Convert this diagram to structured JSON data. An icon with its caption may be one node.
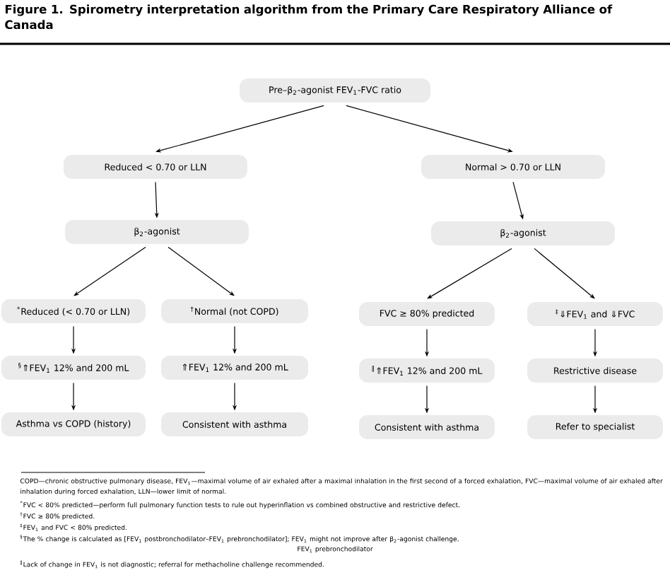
{
  "diagram": {
    "title": "Figure 1. Spirometry interpretation algorithm from the Primary Care Respiratory Alliance of Canada",
    "nodes": [
      {
        "text": [
          "Pre–β$_{2}$-agonist FEV$_{1}$-FVC ratio"
        ]
      },
      {
        "text": [
          "Reduced < 0.70 or LLN"
        ]
      },
      {
        "text": [
          "Normal > 0.70 or LLN"
        ]
      },
      {
        "text": [
          "β$_{2}$-agonist"
        ]
      },
      {
        "text": [
          "β$_{2}$-agonist"
        ]
      },
      {
        "text": [
          "$^{*}$Reduced (< 0.70 or LLN)"
        ]
      },
      {
        "text": [
          "$^{†}$Normal (not COPD)"
        ]
      },
      {
        "text": [
          "FVC ≥ 80% predicted"
        ]
      },
      {
        "text": [
          "$^{‡}$⇓FEV$_{1}$ and ⇓FVC"
        ]
      },
      {
        "text": [
          "$^{§}$⇑FEV$_{1}$ 12% and 200 mL"
        ]
      },
      {
        "text": [
          "⇑FEV$_{1}$ 12% and 200 mL"
        ]
      },
      {
        "text": [
          "$^{‖}$⇑FEV$_{1}$ 12% and 200 mL"
        ]
      },
      {
        "text": [
          "Restrictive disease"
        ]
      },
      {
        "text": [
          "Asthma vs COPD (history)"
        ]
      },
      {
        "text": [
          "Consistent with asthma"
        ]
      },
      {
        "text": [
          "Consistent with asthma"
        ]
      },
      {
        "text": [
          "Refer to specialist"
        ]
      }
    ],
    "edges": [
      {
        "from": 0,
        "to": 1,
        "arrow": "to"
      },
      {
        "from": 0,
        "to": 2,
        "arrow": "to"
      },
      {
        "from": 1,
        "to": 3,
        "arrow": "to"
      },
      {
        "from": 2,
        "to": 4,
        "arrow": "to"
      },
      {
        "from": 3,
        "to": 5,
        "arrow": "to"
      },
      {
        "from": 3,
        "to": 6,
        "arrow": "to"
      },
      {
        "from": 4,
        "to": 7,
        "arrow": "to"
      },
      {
        "from": 4,
        "to": 8,
        "arrow": "to"
      },
      {
        "from": 5,
        "to": 9,
        "arrow": "to"
      },
      {
        "from": 6,
        "to": 10,
        "arrow": "to"
      },
      {
        "from": 7,
        "to": 11,
        "arrow": "to"
      },
      {
        "from": 8,
        "to": 12,
        "arrow": "to"
      },
      {
        "from": 9,
        "to": 13,
        "arrow": "to"
      },
      {
        "from": 10,
        "to": 14,
        "arrow": "to"
      },
      {
        "from": 11,
        "to": 15,
        "arrow": "to"
      },
      {
        "from": 12,
        "to": 16,
        "arrow": "to"
      }
    ],
    "labels": [
      "COPD—chronic obstructive pulmonary disease, FEV$_{1}$—maximal volume of air exhaled after a maximal inhalation in the first second of a forced exhalation, FVC—maximal volume of air exhaled after inhalation during forced exhalation, LLN—lower limit of normal.",
      "$^{*}$FVC < 80% predicted—perform full pulmonary function tests to rule out hyperinflation vs combined obstructive and restrictive defect.",
      "$^{†}$FVC ≥ 80% predicted.",
      "$^{‡}$FEV$_{1}$ and FVC < 80% predicted.",
      "$^{§}$The % change is calculated as [FEV$_{1}$ postbronchodilator–FEV$_{1}$ prebronchodilator]; FEV$_{1}$ might not improve after β$_{2}$-agonist challenge.",
      "FEV$_{1}$ prebronchodilator",
      "$^{‖}$Lack of change in FEV$_{1}$ is not diagnostic; referral for methacholine challenge recommended."
    ]
  }
}
